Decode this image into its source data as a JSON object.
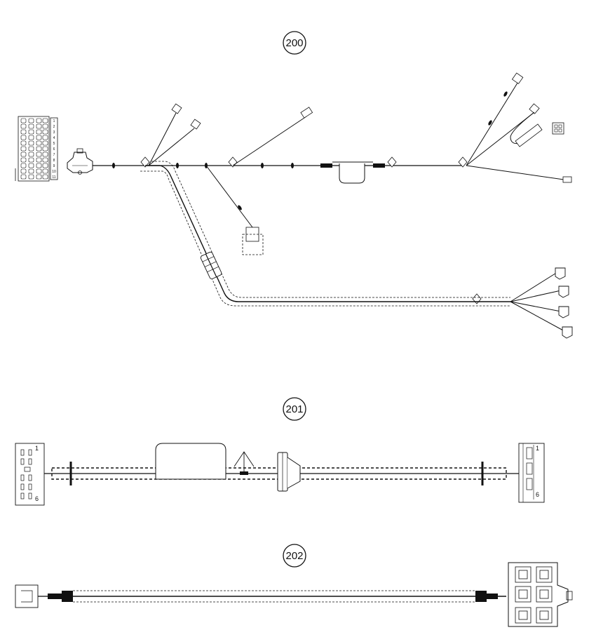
{
  "callouts": {
    "c200": "200",
    "c201": "201",
    "c202": "202"
  },
  "connector_201_left": {
    "pin_first": "1",
    "pin_last": "6"
  },
  "connector_201_right": {
    "pin_first": "1",
    "pin_last": "6"
  },
  "fuse_block_200": {
    "rows": [
      "1",
      "2",
      "3",
      "4",
      "5",
      "6",
      "7",
      "8",
      "9",
      "10",
      "11"
    ]
  },
  "colors": {
    "line": "#111111",
    "background": "#ffffff"
  }
}
